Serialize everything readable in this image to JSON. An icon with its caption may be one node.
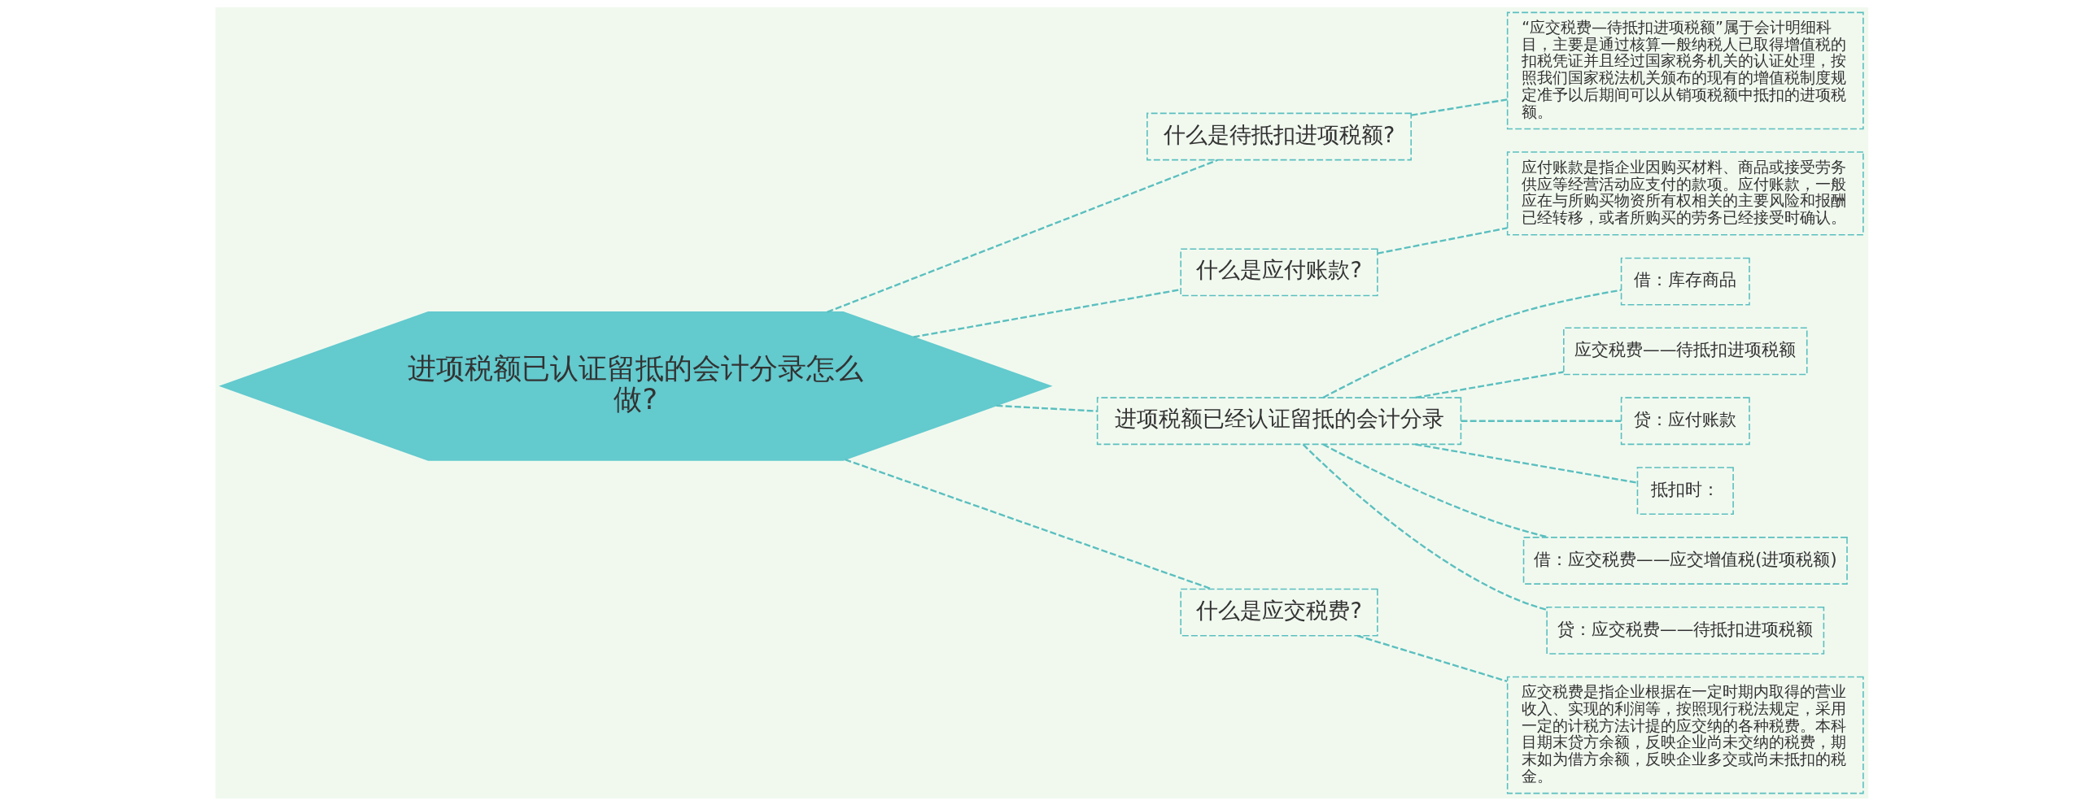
{
  "diagram": {
    "nodes": [
      {
        "text": [
          "进项税额已认证留抵的会计分录怎么做?"
        ]
      },
      {
        "text": [
          "什么是待抵扣进项税额?"
        ]
      },
      {
        "text": [
          "“应交税费—待抵扣进项税额”属于会计明细科目，主要是通过核算一般纳税人已取得增值税的扣税凭证并且经过国家税务机关的认证处理，按照我们国家税法机关颁布的现有的增值税制度规定准予以后期间可以从销项税额中抵扣的进项税额。"
        ]
      },
      {
        "text": [
          "什么是应付账款?"
        ]
      },
      {
        "text": [
          "应付账款是指企业因购买材料、商品或接受劳务供应等经营活动应支付的款项。应付账款，一般应在与所购买物资所有权相关的主要风险和报酬已经转移，或者所购买的劳务已经接受时确认。"
        ]
      },
      {
        "text": [
          "进项税额已经认证留抵的会计分录"
        ]
      },
      {
        "text": [
          "借：库存商品"
        ]
      },
      {
        "text": [
          "应交税费——待抵扣进项税额"
        ]
      },
      {
        "text": [
          "贷：应付账款"
        ]
      },
      {
        "text": [
          "抵扣时："
        ]
      },
      {
        "text": [
          "借：应交税费——应交增值税(进项税额)"
        ]
      },
      {
        "text": [
          "贷：应交税费——待抵扣进项税额"
        ]
      },
      {
        "text": [
          "什么是应交税费?"
        ]
      },
      {
        "text": [
          "应交税费是指企业根据在一定时期内取得的营业收入、实现的利润等，按照现行税法规定，采用一定的计税方法计提的应交纳的各种税费。本科目期末贷方余额，反映企业尚未交纳的税费，期末如为借方余额，反映企业多交或尚未抵扣的税金。"
        ]
      }
    ],
    "edges": [
      {
        "from": 0,
        "to": 1,
        "arrow": "none",
        "style": "dashed"
      },
      {
        "from": 1,
        "to": 2,
        "arrow": "none",
        "style": "dashed"
      },
      {
        "from": 0,
        "to": 3,
        "arrow": "none",
        "style": "dashed"
      },
      {
        "from": 3,
        "to": 4,
        "arrow": "none",
        "style": "dashed"
      },
      {
        "from": 0,
        "to": 5,
        "arrow": "none",
        "style": "dashed"
      },
      {
        "from": 5,
        "to": 6,
        "arrow": "none",
        "style": "dashed"
      },
      {
        "from": 5,
        "to": 7,
        "arrow": "none",
        "style": "dashed"
      },
      {
        "from": 5,
        "to": 8,
        "arrow": "none",
        "style": "dashed"
      },
      {
        "from": 5,
        "to": 9,
        "arrow": "none",
        "style": "dashed"
      },
      {
        "from": 5,
        "to": 10,
        "arrow": "none",
        "style": "dashed"
      },
      {
        "from": 5,
        "to": 11,
        "arrow": "none",
        "style": "dashed"
      },
      {
        "from": 0,
        "to": 12,
        "arrow": "none",
        "style": "dashed"
      },
      {
        "from": 12,
        "to": 13,
        "arrow": "none",
        "style": "dashed"
      }
    ]
  }
}
